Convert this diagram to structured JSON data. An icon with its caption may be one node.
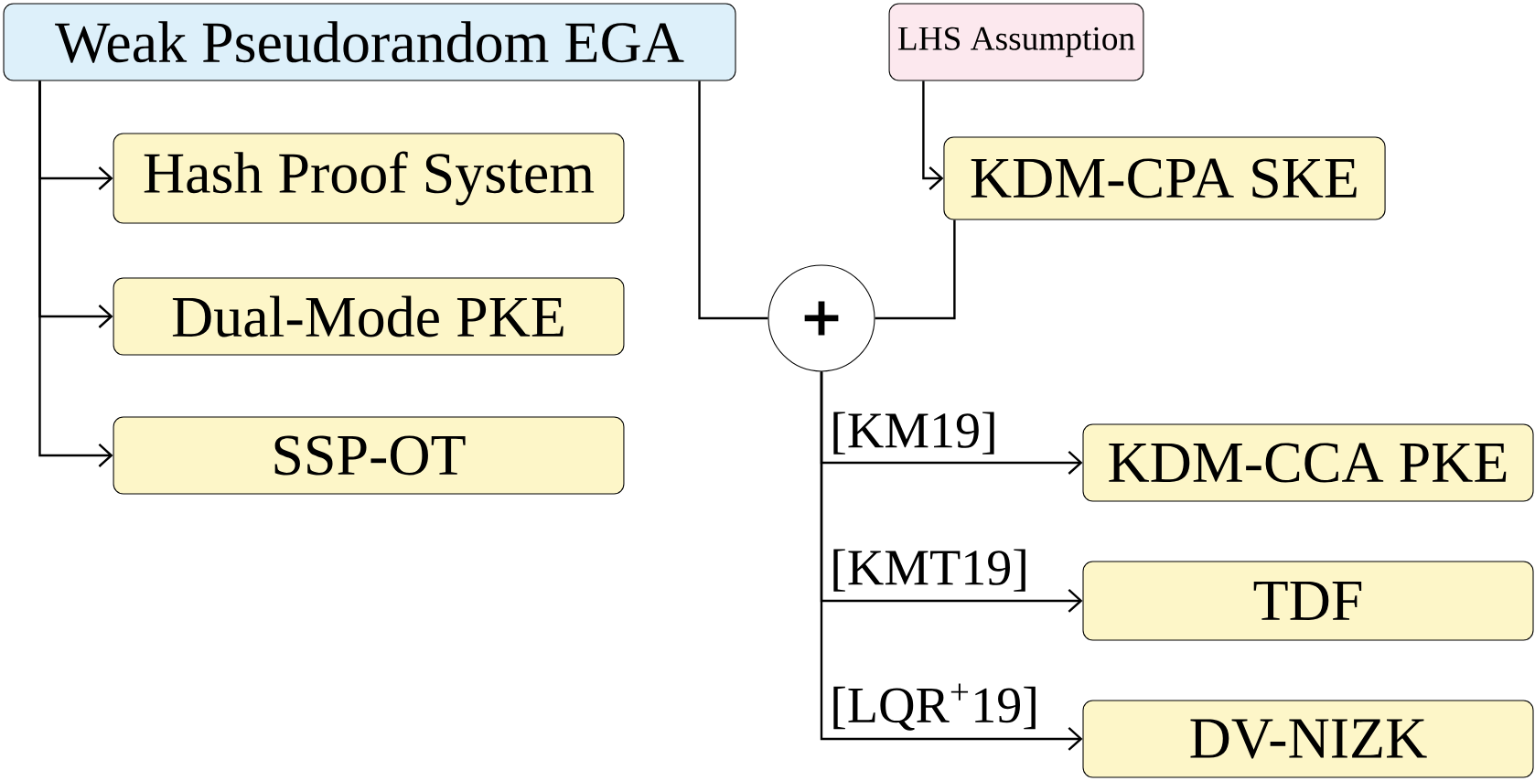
{
  "diagram": {
    "nodes": [
      {
        "text": [
          "Weak Pseudorandom EGA"
        ]
      },
      {
        "text": [
          "Hash Proof System"
        ]
      },
      {
        "text": [
          "Dual-Mode PKE"
        ]
      },
      {
        "text": [
          "SSP-OT"
        ]
      },
      {
        "text": [
          "LHS Assumption"
        ]
      },
      {
        "text": [
          "KDM-CPA SKE"
        ]
      },
      {
        "text": [
          "+"
        ]
      },
      {
        "text": [
          "KDM-CCA PKE"
        ]
      },
      {
        "text": [
          "TDF"
        ]
      },
      {
        "text": [
          "DV-NIZK"
        ]
      }
    ],
    "edges": [
      {
        "from": 0,
        "to": 1,
        "arrow": "to"
      },
      {
        "from": 0,
        "to": 2,
        "arrow": "to"
      },
      {
        "from": 0,
        "to": 3,
        "arrow": "to"
      },
      {
        "from": 4,
        "to": 5,
        "arrow": "to"
      },
      {
        "from": 0,
        "to": 6,
        "arrow": "none"
      },
      {
        "from": 5,
        "to": 6,
        "arrow": "none"
      },
      {
        "from": 6,
        "to": 7,
        "arrow": "to",
        "label": "[KM19]"
      },
      {
        "from": 6,
        "to": 8,
        "arrow": "to",
        "label": "[KMT19]"
      },
      {
        "from": 6,
        "to": 9,
        "arrow": "to",
        "label": "[LQR$^{+}$19]"
      }
    ]
  }
}
